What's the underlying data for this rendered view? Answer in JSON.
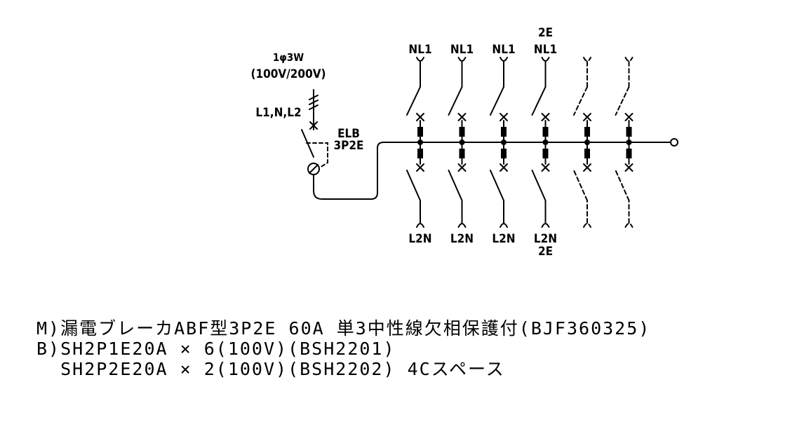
{
  "main_breaker": {
    "supply_phase": "1φ3W",
    "supply_voltage": "(100V/200V)",
    "lines": "L1,N,L2",
    "type": "ELB",
    "poles": "3P2E"
  },
  "branches": [
    {
      "top_label": "NL1",
      "top_extra": "",
      "bottom_label": "L2N",
      "bottom_extra": "",
      "spare": false
    },
    {
      "top_label": "NL1",
      "top_extra": "",
      "bottom_label": "L2N",
      "bottom_extra": "",
      "spare": false
    },
    {
      "top_label": "NL1",
      "top_extra": "",
      "bottom_label": "L2N",
      "bottom_extra": "",
      "spare": false
    },
    {
      "top_label": "NL1",
      "top_extra": "2E",
      "bottom_label": "L2N",
      "bottom_extra": "2E",
      "spare": false
    },
    {
      "top_label": "",
      "top_extra": "",
      "bottom_label": "",
      "bottom_extra": "",
      "spare": true
    },
    {
      "top_label": "",
      "top_extra": "",
      "bottom_label": "",
      "bottom_extra": "",
      "spare": true
    }
  ],
  "notes": [
    "M)漏電ブレーカABF型3P2E 60A 単3中性線欠相保護付(BJF360325)",
    "B)SH2P1E20A × 6(100V)(BSH2201)",
    "  SH2P2E20A × 2(100V)(BSH2202) 4Cスペース"
  ]
}
